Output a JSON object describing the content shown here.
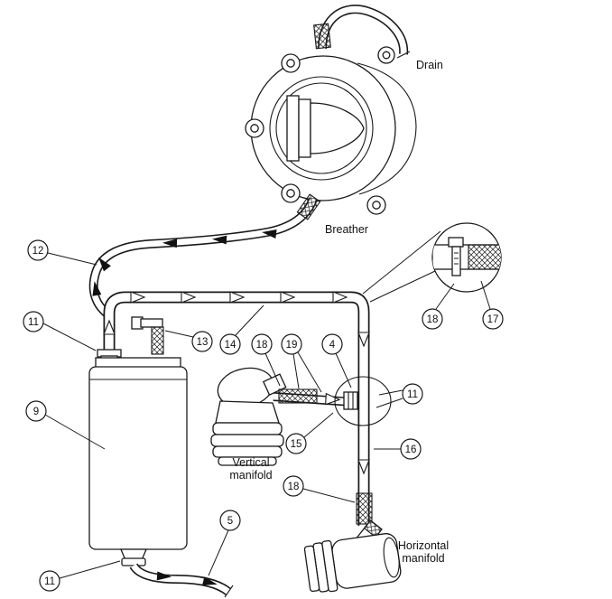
{
  "figure": {
    "labels": {
      "drain": "Drain",
      "breather": "Breather",
      "vertical_manifold_1": "Vertical",
      "vertical_manifold_2": "manifold",
      "horizontal_manifold_1": "Horizontal",
      "horizontal_manifold_2": "manifold"
    },
    "callouts": {
      "n4": "4",
      "n5": "5",
      "n9": "9",
      "n11": "11",
      "n12": "12",
      "n13": "13",
      "n14": "14",
      "n15": "15",
      "n16": "16",
      "n17": "17",
      "n18": "18",
      "n19": "19"
    }
  }
}
